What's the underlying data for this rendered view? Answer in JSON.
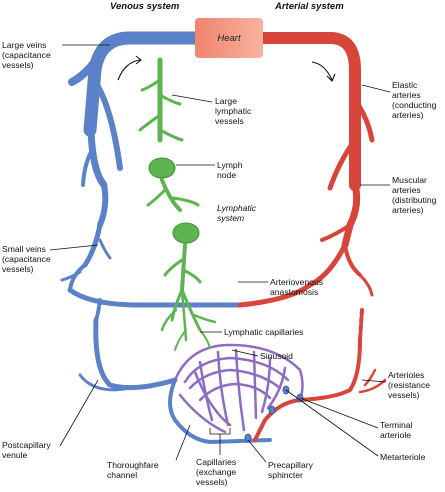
{
  "headers": {
    "venous": "Venous system",
    "arterial": "Arterial system"
  },
  "heart": "Heart",
  "labels": {
    "large_veins": "Large veins\n(capacitance\nvessels)",
    "large_lymphatic": "Large\nlymphatic\nvessels",
    "elastic_arteries": "Elastic\narteries\n(conducting\narteries)",
    "lymph_node": "Lymph\nnode",
    "lymphatic_system": "Lymphatic\nsystem",
    "muscular_arteries": "Muscular\narteries\n(distributing\narteries)",
    "small_veins": "Small veins\n(capacitance\nvessels)",
    "av_anastomosis": "Arteriovenous\nanastomosis",
    "lymphatic_capillaries": "Lymphatic capillaries",
    "sinusoid": "Sinusoid",
    "arterioles": "Arterioles\n(resistance\nvessels)",
    "terminal_arteriole": "Terminal\narteriole",
    "metarteriole": "Metarteriole",
    "postcapillary_venule": "Postcapillary\nvenule",
    "thoroughfare_channel": "Thoroughfare\nchannel",
    "capillaries": "Capillaries\n(exchange\nvessels)",
    "precapillary_sphincter": "Precapillary\nsphincter"
  },
  "colors": {
    "vein": "#5b82c9",
    "artery": "#d8453a",
    "lymph": "#5db54f",
    "capillary": "#8e6cc2",
    "heart_left": "#f0846e",
    "heart_right": "#f6b2a0"
  }
}
